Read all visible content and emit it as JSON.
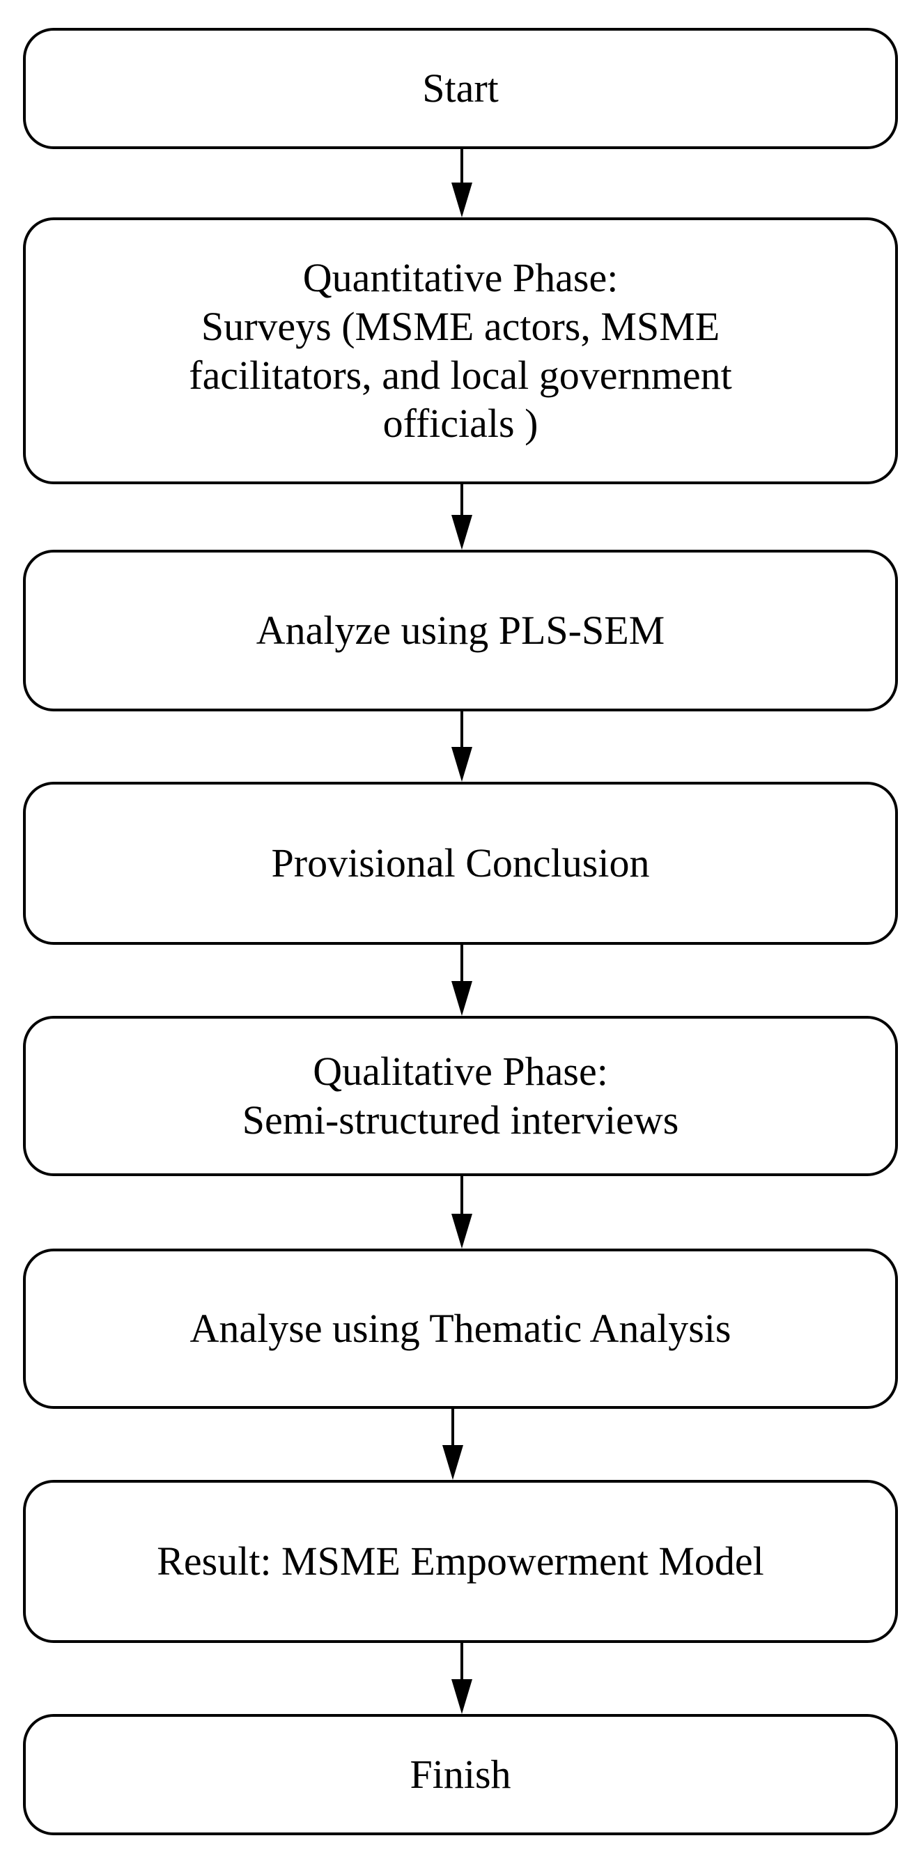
{
  "colors": {
    "stroke": "#000000",
    "background": "#ffffff",
    "text": "#000000"
  },
  "nodes": [
    {
      "id": "start",
      "lines": [
        "Start"
      ]
    },
    {
      "id": "quantitative-phase",
      "lines": [
        "Quantitative Phase:",
        "Surveys (MSME actors, MSME",
        "facilitators, and local government",
        "officials )"
      ]
    },
    {
      "id": "analyze-pls-sem",
      "lines": [
        "Analyze using PLS-SEM"
      ]
    },
    {
      "id": "provisional-conclusion",
      "lines": [
        "Provisional Conclusion"
      ]
    },
    {
      "id": "qualitative-phase",
      "lines": [
        "Qualitative Phase:",
        "Semi-structured interviews"
      ]
    },
    {
      "id": "thematic-analysis",
      "lines": [
        "Analyse using Thematic Analysis"
      ]
    },
    {
      "id": "result",
      "lines": [
        "Result: MSME Empowerment Model"
      ]
    },
    {
      "id": "finish",
      "lines": [
        "Finish"
      ]
    }
  ]
}
